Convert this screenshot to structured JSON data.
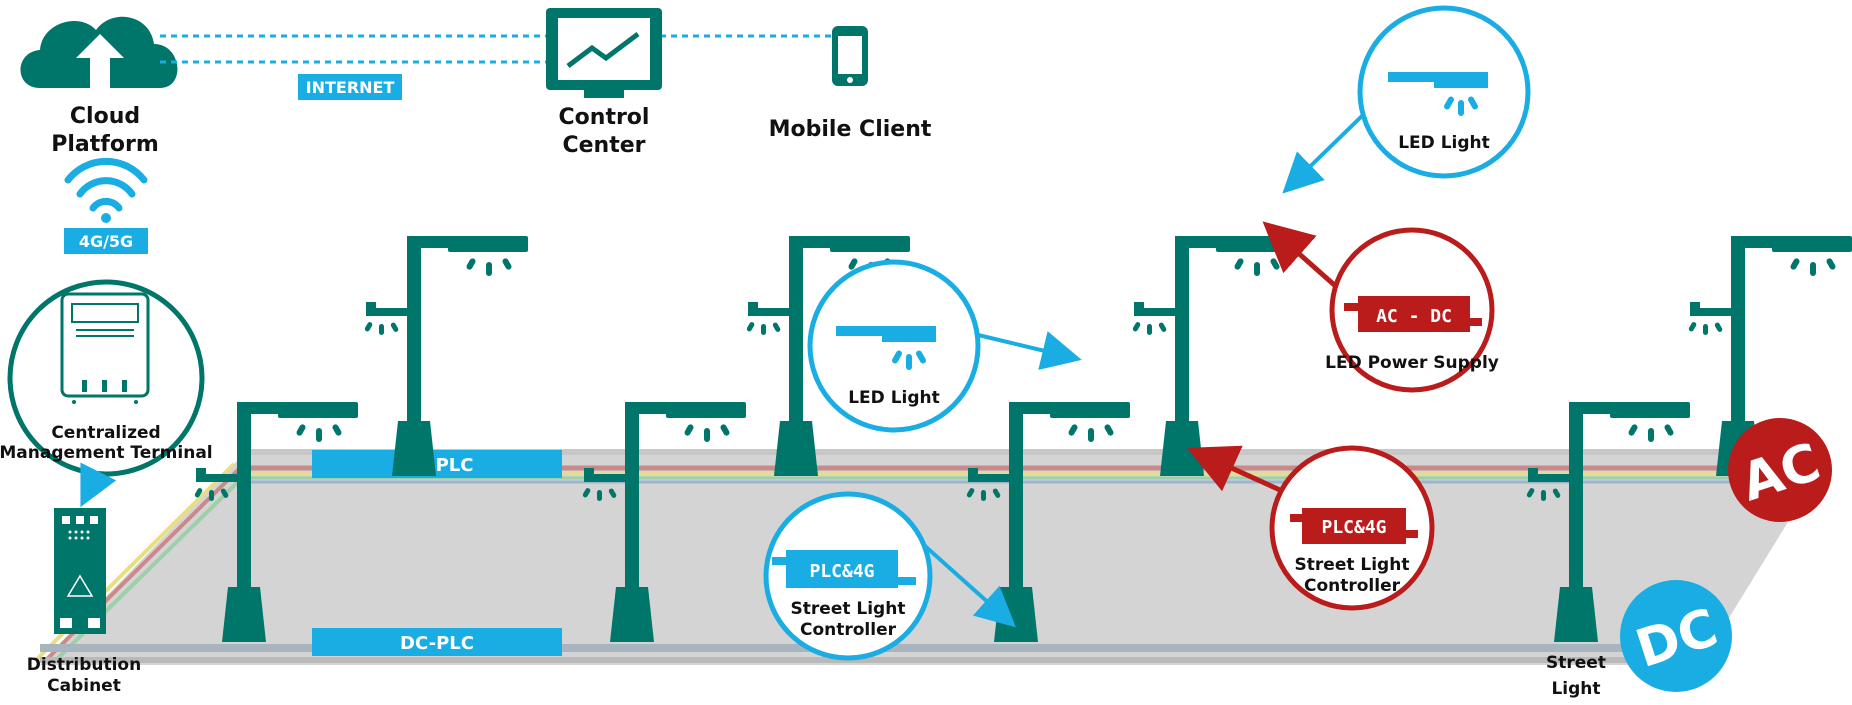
{
  "top": {
    "cloud_label_1": "Cloud",
    "cloud_label_2": "Platform",
    "internet_tag": "INTERNET",
    "control_label_1": "Control",
    "control_label_2": "Center",
    "mobile_label": "Mobile Client",
    "wireless_tag": "4G/5G"
  },
  "terminal": {
    "label_1": "Centralized",
    "label_2": "Management Terminal"
  },
  "cabinet": {
    "label_1": "Distribution",
    "label_2": "Cabinet"
  },
  "bus": {
    "ac_plc": "AC-PLC",
    "dc_plc": "DC-PLC"
  },
  "callouts": {
    "led_light_blue_1": "LED Light",
    "led_light_blue_2": "LED Light",
    "controller_blue_chip": "PLC&4G",
    "controller_blue_1": "Street Light",
    "controller_blue_2": "Controller",
    "power_supply_chip": "AC - DC",
    "power_supply_label": "LED Power Supply",
    "controller_red_chip": "PLC&4G",
    "controller_red_1": "Street Light",
    "controller_red_2": "Controller"
  },
  "street_light": {
    "label_1": "Street",
    "label_2": "Light"
  },
  "badges": {
    "ac": "AC",
    "dc": "DC"
  },
  "colors": {
    "teal": "#00756A",
    "blue": "#1AADE4",
    "red": "#BA1B1B",
    "platform": "#D4D4D4"
  }
}
